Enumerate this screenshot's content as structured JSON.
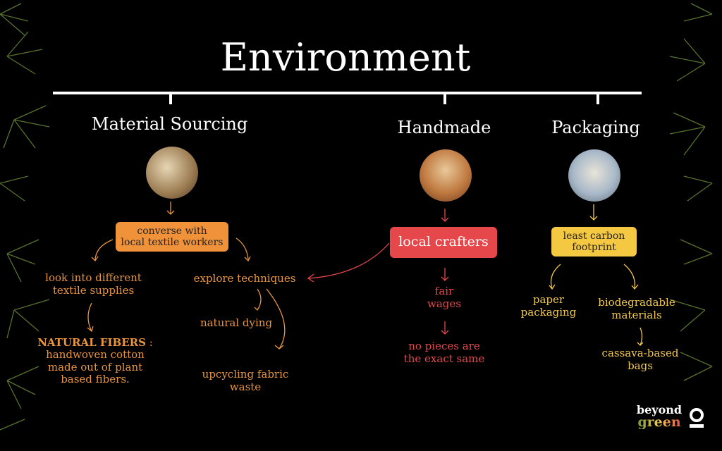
{
  "title": "Environment",
  "colors": {
    "orange": "#f0923a",
    "red": "#e5474a",
    "yellow": "#f5c842",
    "leaf": "#7a9a40"
  },
  "sections": {
    "material": {
      "heading": "Material  Sourcing",
      "box": [
        "converse with",
        "local textile workers"
      ],
      "left": [
        "look into different",
        "textile supplies"
      ],
      "fibers_bold": "NATURAL FIBERS",
      "fibers_colon": " :",
      "fibers": [
        "handwoven cotton",
        "made out of plant",
        "based fibers."
      ],
      "right": "explore techniques",
      "dying": "natural dying",
      "upcycle": [
        "upcycling fabric",
        "waste"
      ]
    },
    "handmade": {
      "heading": "Handmade",
      "box": "local crafters",
      "wages": [
        "fair",
        "wages"
      ],
      "pieces": [
        "no pieces are",
        "the exact same"
      ]
    },
    "packaging": {
      "heading": "Packaging",
      "box": [
        "least carbon",
        "footprint"
      ],
      "paper": [
        "paper",
        "packaging"
      ],
      "bio": [
        "biodegradable",
        "materials"
      ],
      "cassava": [
        "cassava-based",
        "bags"
      ]
    }
  },
  "logo": {
    "line1": "beyond",
    "line2": "green"
  }
}
